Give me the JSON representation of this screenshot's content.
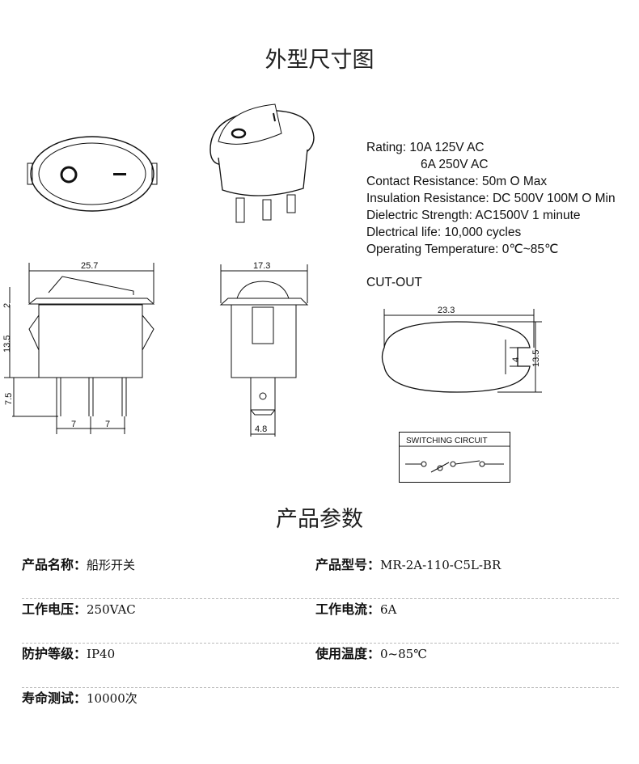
{
  "section1_title": "外型尺寸图",
  "specs": [
    "Rating: 10A 125V AC",
    "6A 250V AC",
    "Contact Resistance: 50m O Max",
    "Insulation Resistance: DC 500V 100M O Min",
    "Dielectric Strength: AC1500V 1 minute",
    "Dlectrical life: 10,000 cycles",
    "Operating Temperature: 0℃~85℃"
  ],
  "cutout_label": "CUT-OUT",
  "dimensions": {
    "width": "25.7",
    "top": "2",
    "body": "13.5",
    "pin": "7.5",
    "pitch1": "7",
    "pitch2": "7",
    "side_width": "17.3",
    "terminal": "4.8",
    "cutout_width": "23.3",
    "cutout_height": "13.5",
    "cutout_notch": "4"
  },
  "circuit_label": "SWITCHING CIRCUIT",
  "section2_title": "产品参数",
  "params": [
    [
      {
        "k": "产品名称：",
        "v": "船形开关"
      },
      {
        "k": "产品型号：",
        "v": "MR-2A-110-C5L-BR"
      }
    ],
    [
      {
        "k": "工作电压：",
        "v": "250VAC"
      },
      {
        "k": "工作电流：",
        "v": "6A"
      }
    ],
    [
      {
        "k": "防护等级：",
        "v": "IP40"
      },
      {
        "k": "使用温度：",
        "v": "0~85℃"
      }
    ],
    [
      {
        "k": "寿命测试：",
        "v": "10000次"
      }
    ]
  ]
}
